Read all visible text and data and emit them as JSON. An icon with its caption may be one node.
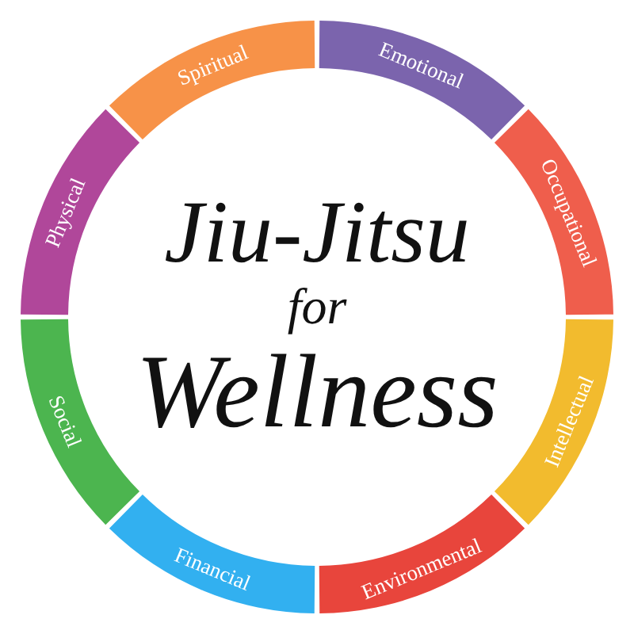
{
  "diagram": {
    "nodes": [
      {
        "text": [
          "Jiu-Jitsu",
          "for",
          "Wellness"
        ]
      },
      {
        "text": [
          "Spiritual"
        ]
      },
      {
        "text": [
          "Emotional"
        ]
      },
      {
        "text": [
          "Occupational"
        ]
      },
      {
        "text": [
          "Intellectual"
        ]
      },
      {
        "text": [
          "Environmental"
        ]
      },
      {
        "text": [
          "Financial"
        ]
      },
      {
        "text": [
          "Social"
        ]
      },
      {
        "text": [
          "Physical"
        ]
      }
    ]
  }
}
